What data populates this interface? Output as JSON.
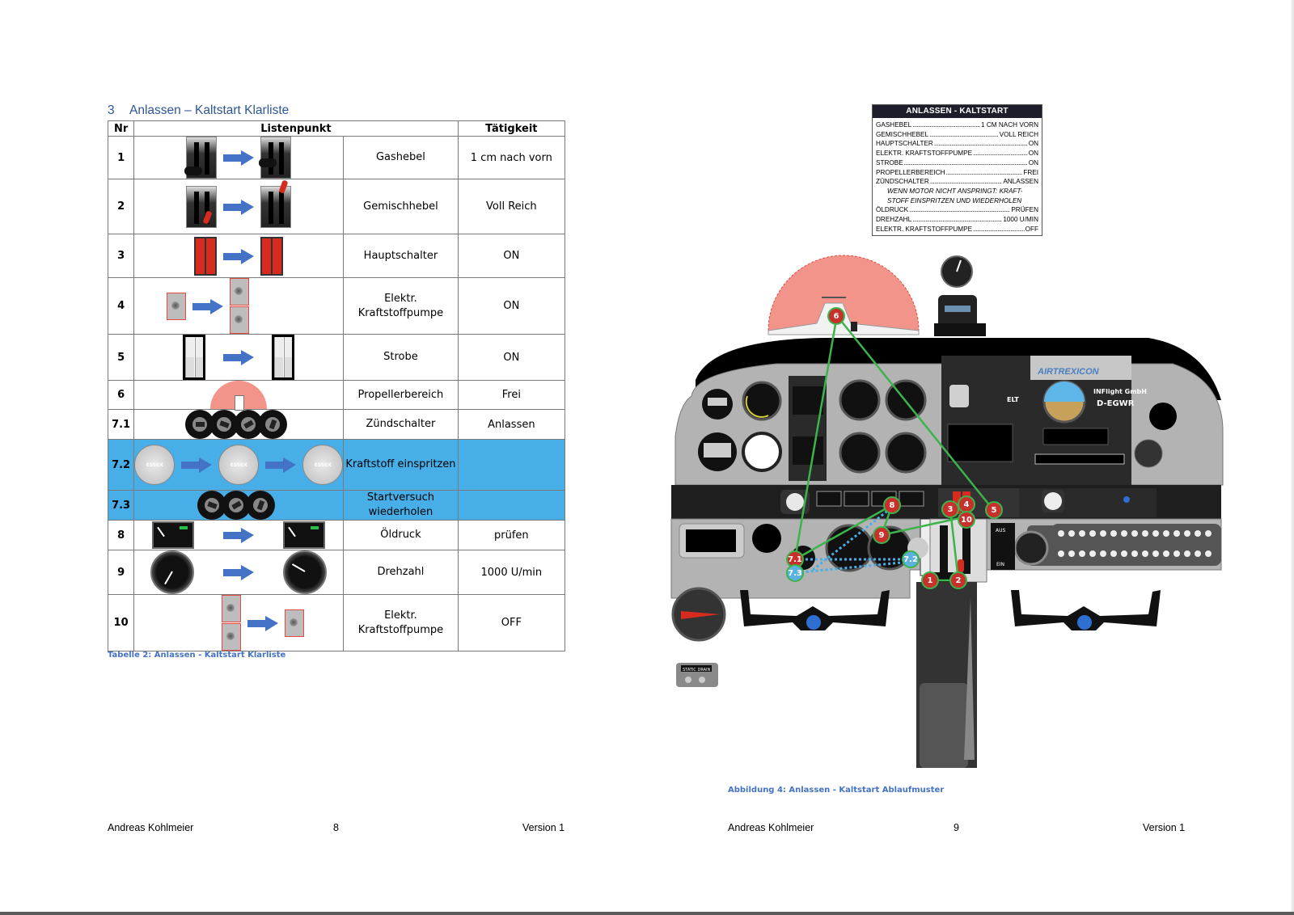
{
  "left_page": {
    "heading": {
      "number": "3",
      "title": "Anlassen – Kaltstart Klarliste"
    },
    "table": {
      "headers": [
        "Nr",
        "Listenpunkt",
        "Tätigkeit"
      ],
      "rows": [
        {
          "nr": "1",
          "item": "Gashebel",
          "action": "1 cm nach vorn",
          "icon": "throttle-lever-icon",
          "highlighted": false
        },
        {
          "nr": "2",
          "item": "Gemischhebel",
          "action": "Voll Reich",
          "icon": "mixture-lever-icon",
          "highlighted": false
        },
        {
          "nr": "3",
          "item": "Hauptschalter",
          "action": "ON",
          "icon": "master-switch-icon",
          "highlighted": false
        },
        {
          "nr": "4",
          "item": "Elektr. Kraftstoffpumpe",
          "action": "ON",
          "icon": "fuel-pump-switch-icon",
          "highlighted": false
        },
        {
          "nr": "5",
          "item": "Strobe",
          "action": "ON",
          "icon": "strobe-switch-icon",
          "highlighted": false
        },
        {
          "nr": "6",
          "item": "Propellerbereich",
          "action": "Frei",
          "icon": "propeller-area-icon",
          "highlighted": false
        },
        {
          "nr": "7.1",
          "item": "Zündschalter",
          "action": "Anlassen",
          "icon": "ignition-switch-icon",
          "highlighted": false
        },
        {
          "nr": "7.2",
          "item": "Kraftstoff einspritzen",
          "action": "",
          "icon": "engine-primer-icon",
          "highlighted": true
        },
        {
          "nr": "7.3",
          "item": "Startversuch wiederholen",
          "action": "",
          "icon": "ignition-switch-icon",
          "highlighted": true
        },
        {
          "nr": "8",
          "item": "Öldruck",
          "action": "prüfen",
          "icon": "oil-pressure-gauge-icon",
          "highlighted": false
        },
        {
          "nr": "9",
          "item": "Drehzahl",
          "action": "1000 U/min",
          "icon": "rpm-gauge-icon",
          "highlighted": false
        },
        {
          "nr": "10",
          "item": "Elektr. Kraftstoffpumpe",
          "action": "OFF",
          "icon": "fuel-pump-switch-icon",
          "highlighted": false
        }
      ],
      "caption": "Tabelle 2: Anlassen - Kaltstart Klarliste"
    },
    "footer": {
      "author": "Andreas Kohlmeier",
      "page": "8",
      "version": "Version 1"
    }
  },
  "right_page": {
    "checklist_card": {
      "title": "ANLASSEN - KALTSTART",
      "rows": [
        {
          "item": "GASHEBEL",
          "value": "1 CM NACH VORN"
        },
        {
          "item": "GEMISCHHEBEL",
          "value": "VOLL REICH"
        },
        {
          "item": "HAUPTSCHALTER",
          "value": "ON"
        },
        {
          "item": "ELEKTR. KRAFTSTOFFPUMPE",
          "value": "ON"
        },
        {
          "item": "STROBE",
          "value": "ON"
        },
        {
          "item": "PROPELLERBEREICH",
          "value": "FREI"
        },
        {
          "item": "ZÜNDSCHALTER",
          "value": "ANLASSEN"
        }
      ],
      "note": [
        "WENN MOTOR NICHT ANSPRINGT: KRAFT-",
        "STOFF EINSPRITZEN UND WIEDERHOLEN"
      ],
      "rows_after": [
        {
          "item": "ÖLDRUCK",
          "value": "PRÜFEN"
        },
        {
          "item": "DREHZAHL",
          "value": "1000 U/MIN"
        },
        {
          "item": "ELEKTR. KRAFTSTOFFPUMPE",
          "value": "OFF"
        }
      ]
    },
    "cockpit": {
      "brand": "AIRTREXICON",
      "operator": "INFlight GmbH",
      "registration": "D-EGWR",
      "elt_label": "ELT",
      "static_drain_label": "STATIC DRAIN",
      "fuel_aus": "AUS",
      "fuel_ein": "EIN",
      "step_badges": [
        "6",
        "7.1",
        "7.2",
        "7.3",
        "8",
        "9",
        "3",
        "4",
        "10",
        "5",
        "1",
        "2"
      ],
      "colors": {
        "step_badge": "#c8302b",
        "repeat_badge": "#5bb2e0",
        "path_line": "#3cb44b",
        "repeat_path": "#47aee8",
        "propeller_area": "#f3948b"
      }
    },
    "caption": "Abbildung 4: Anlassen - Kaltstart Ablaufmuster",
    "footer": {
      "author": "Andreas Kohlmeier",
      "page": "9",
      "version": "Version 1"
    }
  }
}
